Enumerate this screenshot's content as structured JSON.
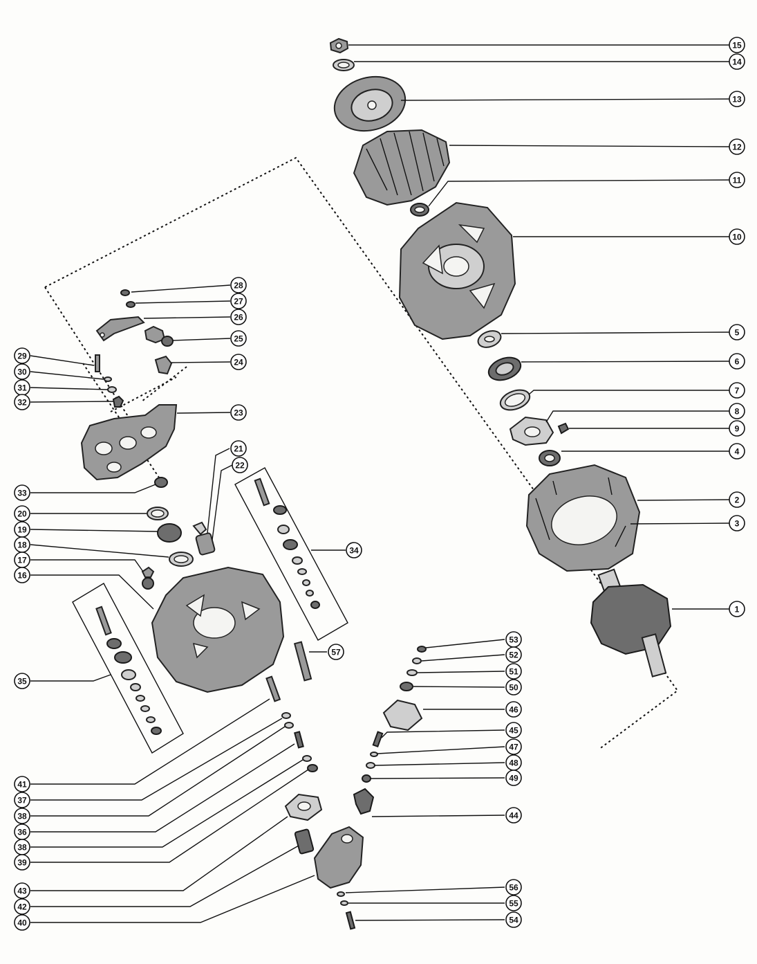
{
  "diagram": {
    "callouts": [
      {
        "id": "c15",
        "label": "15"
      },
      {
        "id": "c14",
        "label": "14"
      },
      {
        "id": "c13",
        "label": "13"
      },
      {
        "id": "c12",
        "label": "12"
      },
      {
        "id": "c11",
        "label": "11"
      },
      {
        "id": "c10",
        "label": "10"
      },
      {
        "id": "c5",
        "label": "5"
      },
      {
        "id": "c6",
        "label": "6"
      },
      {
        "id": "c7",
        "label": "7"
      },
      {
        "id": "c8",
        "label": "8"
      },
      {
        "id": "c9",
        "label": "9"
      },
      {
        "id": "c4",
        "label": "4"
      },
      {
        "id": "c2",
        "label": "2"
      },
      {
        "id": "c3",
        "label": "3"
      },
      {
        "id": "c1",
        "label": "1"
      },
      {
        "id": "c28",
        "label": "28"
      },
      {
        "id": "c27",
        "label": "27"
      },
      {
        "id": "c26",
        "label": "26"
      },
      {
        "id": "c25",
        "label": "25"
      },
      {
        "id": "c24",
        "label": "24"
      },
      {
        "id": "c23",
        "label": "23"
      },
      {
        "id": "c29",
        "label": "29"
      },
      {
        "id": "c30",
        "label": "30"
      },
      {
        "id": "c31",
        "label": "31"
      },
      {
        "id": "c32",
        "label": "32"
      },
      {
        "id": "c21",
        "label": "21"
      },
      {
        "id": "c22",
        "label": "22"
      },
      {
        "id": "c33",
        "label": "33"
      },
      {
        "id": "c20",
        "label": "20"
      },
      {
        "id": "c19",
        "label": "19"
      },
      {
        "id": "c18",
        "label": "18"
      },
      {
        "id": "c17",
        "label": "17"
      },
      {
        "id": "c16",
        "label": "16"
      },
      {
        "id": "c34",
        "label": "34"
      },
      {
        "id": "c35",
        "label": "35"
      },
      {
        "id": "c57",
        "label": "57"
      },
      {
        "id": "c53",
        "label": "53"
      },
      {
        "id": "c52",
        "label": "52"
      },
      {
        "id": "c51",
        "label": "51"
      },
      {
        "id": "c50",
        "label": "50"
      },
      {
        "id": "c46",
        "label": "46"
      },
      {
        "id": "c45",
        "label": "45"
      },
      {
        "id": "c47",
        "label": "47"
      },
      {
        "id": "c48",
        "label": "48"
      },
      {
        "id": "c49",
        "label": "49"
      },
      {
        "id": "c44",
        "label": "44"
      },
      {
        "id": "c41",
        "label": "41"
      },
      {
        "id": "c37",
        "label": "37"
      },
      {
        "id": "c38a",
        "label": "38"
      },
      {
        "id": "c36",
        "label": "36"
      },
      {
        "id": "c38b",
        "label": "38"
      },
      {
        "id": "c39",
        "label": "39"
      },
      {
        "id": "c43",
        "label": "43"
      },
      {
        "id": "c42",
        "label": "42"
      },
      {
        "id": "c40",
        "label": "40"
      },
      {
        "id": "c56",
        "label": "56"
      },
      {
        "id": "c55",
        "label": "55"
      },
      {
        "id": "c54",
        "label": "54"
      }
    ]
  }
}
